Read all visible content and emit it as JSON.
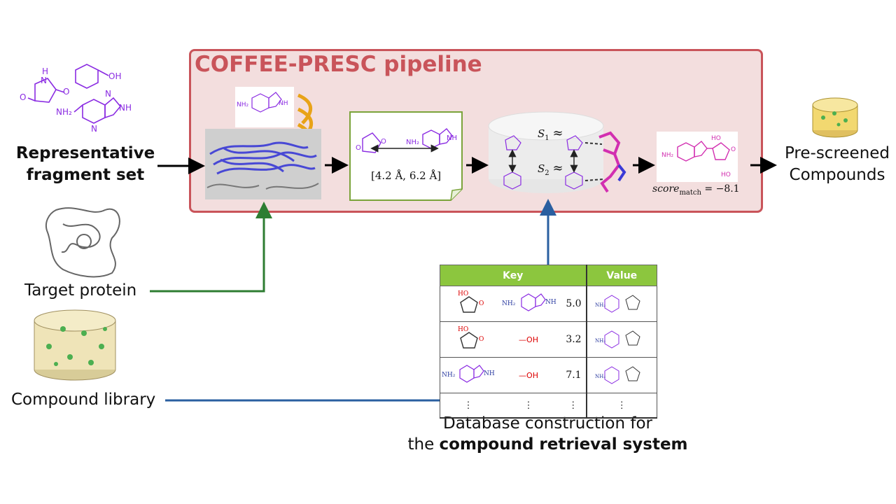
{
  "pipeline": {
    "title": "COFFEE-PRESC pipeline"
  },
  "labels": {
    "fragment_set_line1": "Representative",
    "fragment_set_line2": "fragment set",
    "target_protein": "Target protein",
    "compound_library": "Compound library",
    "prescreened_line1": "Pre-screened",
    "prescreened_line2": "Compounds",
    "db_line1": "Database construction for",
    "db_line2_prefix": "the ",
    "db_line2_bold": "compound retrieval system"
  },
  "distance_range": "[4.2 Å,  6.2 Å]",
  "similarity": {
    "s1": "S",
    "s1_sub": "1",
    "s2": "S",
    "s2_sub": "2",
    "approx": "≈"
  },
  "score": {
    "name": "score",
    "sub": "match",
    "value": " = −8.1"
  },
  "molecule_labels": {
    "nh2": "NH2",
    "nh": "NH",
    "oh": "OH",
    "ho": "HO",
    "o": "O",
    "n": "N"
  },
  "table": {
    "headers": {
      "key": "Key",
      "value": "Value"
    },
    "rows": [
      {
        "frag2": "adenine",
        "distance": "5.0"
      },
      {
        "frag2": "—OH",
        "distance": "3.2"
      },
      {
        "frag2": "—OH",
        "distance": "7.1"
      }
    ],
    "ellipsis": "⋮"
  },
  "colors": {
    "pipeline_fill": "#f3dede",
    "pipeline_border": "#c9545a",
    "green_arrow": "#2e7d32",
    "blue_arrow": "#2a5fa0",
    "table_header": "#8cc63e",
    "fragment": "#8a2be2"
  }
}
